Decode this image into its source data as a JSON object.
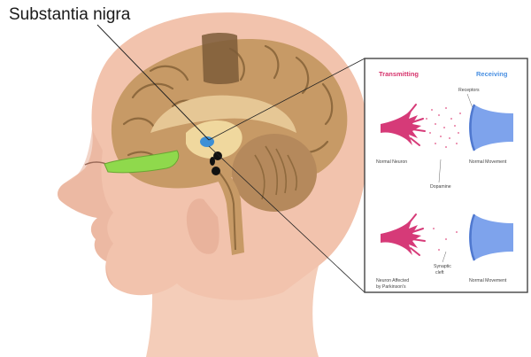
{
  "title": "Substantia nigra",
  "panel": {
    "transmitting": "Transmitting",
    "receiving": "Receiving",
    "receptors": "Receptors",
    "dopamine": "Dopamine",
    "synaptic_cleft_line1": "Synaptic",
    "synaptic_cleft_line2": "cleft",
    "top_left_label": "Normal Neuron",
    "top_right_label": "Normal Movement",
    "bottom_left_line1": "Neuron Affected",
    "bottom_left_line2": "by Parkinson's",
    "bottom_right_label": "Normal Movement"
  },
  "colors": {
    "transmitting": "#d6336c",
    "receiving": "#4a90e2",
    "neuron": "#d63a78",
    "receptor": "#6f97e6",
    "skin": "#f2c3ad",
    "brain": "#c79a66",
    "brain_dark": "#8f6a3e",
    "green_tract": "#8fd94c"
  }
}
